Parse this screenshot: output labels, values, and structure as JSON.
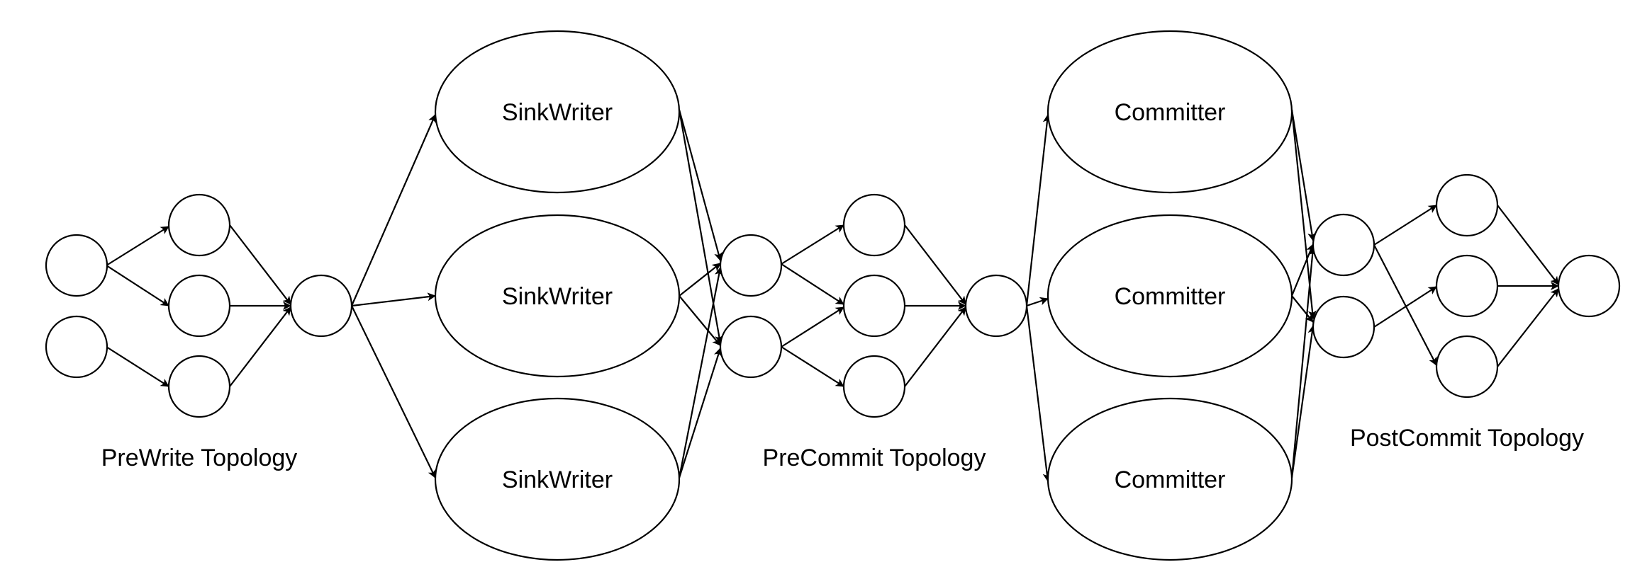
{
  "nodes": {
    "sinkwriter_1": "SinkWriter",
    "sinkwriter_2": "SinkWriter",
    "sinkwriter_3": "SinkWriter",
    "committer_1": "Committer",
    "committer_2": "Committer",
    "committer_3": "Committer"
  },
  "captions": {
    "prewrite": "PreWrite Topology",
    "precommit": "PreCommit Topology",
    "postcommit": "PostCommit Topology"
  }
}
